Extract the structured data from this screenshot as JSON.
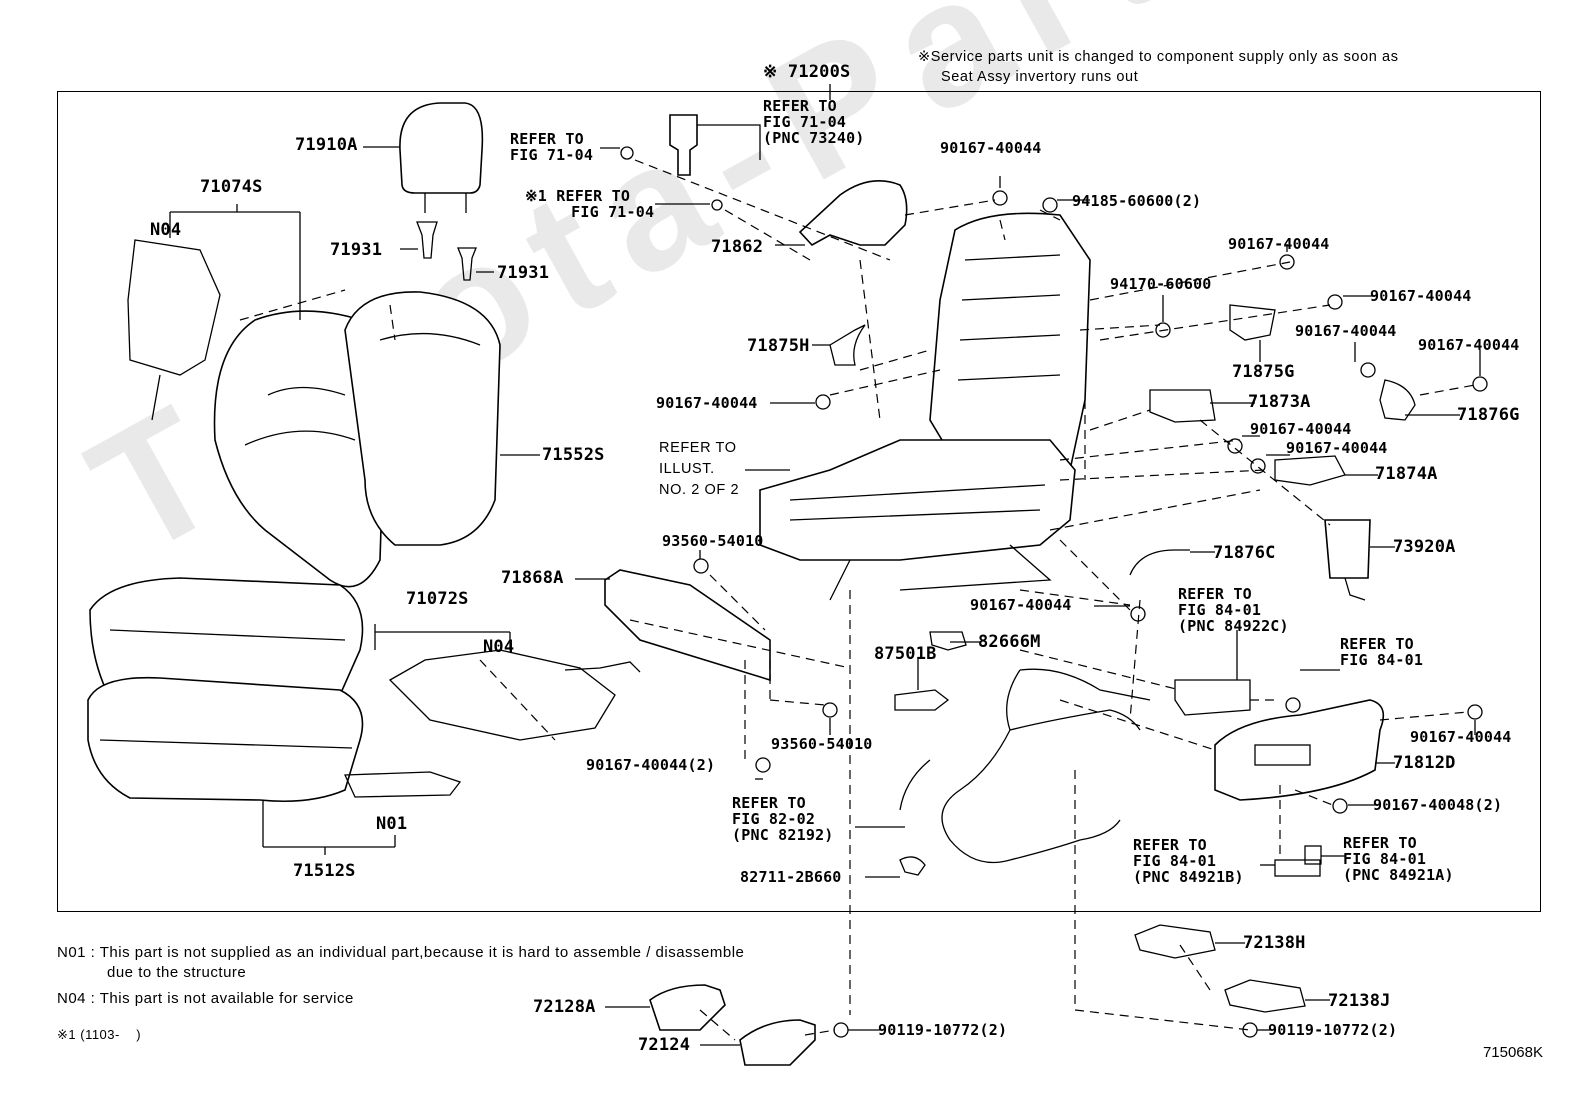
{
  "service_note": {
    "line1": "※Service parts unit is changed to component supply only as soon as",
    "line2": "Seat Assy invertory runs out"
  },
  "watermark": "Toyota-Part-Name.ru",
  "diagram_code": "715068K",
  "footnotes": {
    "n01_line1": "N01 : This part is not supplied as an individual part,because it is hard to assemble / disassemble",
    "n01_line2": "due to the structure",
    "n04": "N04 : This part is not available for service",
    "mark1": "※1 (1103-    )"
  },
  "labels": {
    "p71200s": "※ 71200S",
    "p71910a": "71910A",
    "p71074s": "71074S",
    "n04_top": "N04",
    "p71931a": "71931",
    "p71931b": "71931",
    "p71552s": "71552S",
    "p71072s": "71072S",
    "n04_mid": "N04",
    "n01": "N01",
    "p71512s": "71512S",
    "ref_7104_a": "REFER TO\nFIG 71-04",
    "ref_7104_b": "※1 REFER TO\n     FIG 71-04",
    "ref_73240": "REFER TO\nFIG 71-04\n(PNC 73240)",
    "p90167_a": "90167-40044",
    "p94185": "94185-60600(2)",
    "p71862": "71862",
    "p71875h": "71875H",
    "p90167_b": "90167-40044",
    "p94170": "94170-60600",
    "p90167_c": "90167-40044",
    "p90167_d": "90167-40044",
    "p71875g": "71875G",
    "p90167_e": "90167-40044",
    "p90167_f": "90167-40044",
    "p71873a": "71873A",
    "p71876g": "71876G",
    "p90167_g": "90167-40044",
    "p90167_h": "90167-40044",
    "p71874a": "71874A",
    "ref_illust": "REFER TO\nILLUST.\nNO. 2 OF 2",
    "p93560_a": "93560-54010",
    "p71868a": "71868A",
    "p71876c": "71876C",
    "p73920a": "73920A",
    "p90167_i": "90167-40044",
    "p82666m": "82666M",
    "ref_84922c": "REFER TO\nFIG 84-01\n(PNC 84922C)",
    "p87501b": "87501B",
    "ref_8401_a": "REFER TO\nFIG 84-01",
    "p90167_j": "90167-40044",
    "p93560_b": "93560-54010",
    "p90167_2": "90167-40044(2)",
    "p71812d": "71812D",
    "ref_82192": "REFER TO\nFIG 82-02\n(PNC 82192)",
    "p90167_48": "90167-40048(2)",
    "ref_84921b": "REFER TO\nFIG 84-01\n(PNC 84921B)",
    "ref_84921a": "REFER TO\nFIG 84-01\n(PNC 84921A)",
    "p82711": "82711-2B660",
    "p72138h": "72138H",
    "p72128a": "72128A",
    "p72138j": "72138J",
    "p72124": "72124",
    "p90119_a": "90119-10772(2)",
    "p90119_b": "90119-10772(2)"
  }
}
